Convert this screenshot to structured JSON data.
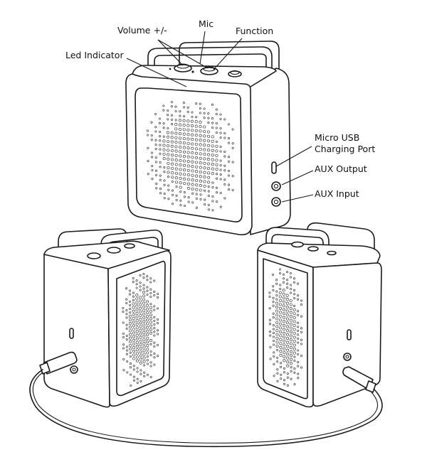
{
  "labels": {
    "volume": "Volume +/-",
    "mic": "Mic",
    "function": "Function",
    "led": "Led Indicator",
    "usb_line1": "Micro USB",
    "usb_line2": "Charging Port",
    "aux_out": "AUX Output",
    "aux_in": "AUX Input"
  }
}
